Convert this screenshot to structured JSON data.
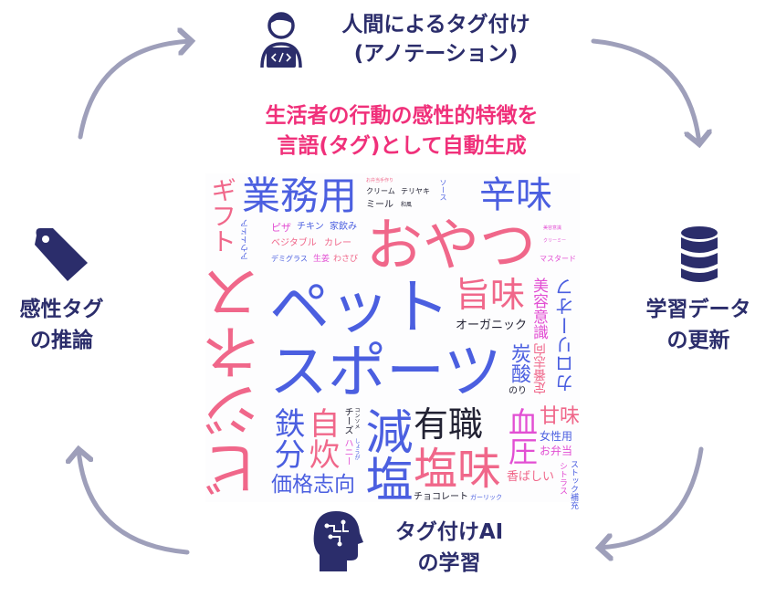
{
  "colors": {
    "navy": "#2b2d6b",
    "pink_heading": "#f0307a",
    "arrow": "#9e9fba",
    "cloud_blue": "#4b5fe0",
    "cloud_pink": "#f0678a",
    "cloud_magenta": "#e24fd3",
    "cloud_dark": "#222233"
  },
  "nodes": {
    "annotation": {
      "icon": "person-laptop-icon",
      "line1": "人間によるタグ付け",
      "line2": "(アノテーション)"
    },
    "data_update": {
      "icon": "database-icon",
      "line1": "学習データ",
      "line2": "の更新"
    },
    "ai_learning": {
      "icon": "ai-head-icon",
      "line1": "タグ付けAI",
      "line2": "の学習"
    },
    "inference": {
      "icon": "tag-icon",
      "line1": "感性タグ",
      "line2": "の推論"
    }
  },
  "headline": {
    "line1": "生活者の行動の感性的特徴を",
    "line2": "言語(タグ)として自動生成"
  },
  "words": [
    "業務用",
    "辛味",
    "おやつ",
    "ギフト",
    "ペット",
    "スポーツ",
    "ビジネス",
    "旨味",
    "美容意識",
    "有職",
    "減塩",
    "塩味",
    "血圧",
    "自炊",
    "鉄分",
    "価格志向",
    "カロリーオフ",
    "甘味",
    "炭酸",
    "オーガニック",
    "定番志向",
    "女性用",
    "お弁当",
    "香ばしい",
    "チョコレート",
    "ガーリック",
    "ストック補充",
    "シトラス",
    "チーズ",
    "ハニー",
    "カレー",
    "マスタード",
    "わさび",
    "ベジタブル",
    "家飲み",
    "チキン",
    "ピザ",
    "テリヤキ",
    "クリーム",
    "ミール",
    "アウトドア",
    "デミグラス",
    "生姜",
    "ソース",
    "のり",
    "和風",
    "お弁当手作り",
    "美容意識",
    "クリーミー",
    "コンソメ",
    "しょうが"
  ]
}
